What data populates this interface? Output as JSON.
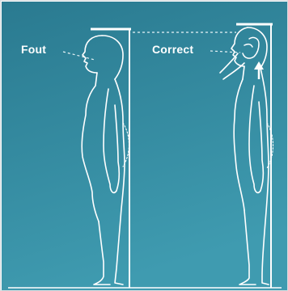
{
  "labels": {
    "wrong": "Fout",
    "right": "Correct"
  },
  "colors": {
    "background_top": "#2b7d93",
    "background_bottom": "#3e99ae",
    "outline": "#ffffff",
    "dashed_line": "#e8f4f7"
  },
  "icons": {
    "wrong_figure": "person-profile-bad-posture",
    "right_figure": "person-profile-good-posture",
    "headboard": "measuring-headboard",
    "hand": "hand-adjusting-head",
    "arrow": "up-arrow"
  }
}
